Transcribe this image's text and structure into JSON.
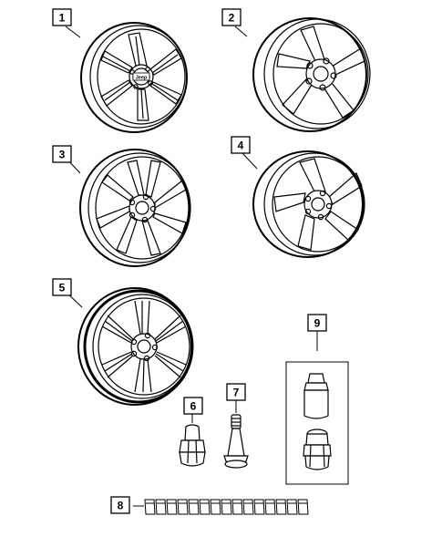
{
  "diagram": {
    "callouts": [
      {
        "id": "1",
        "label": "1",
        "part": "wheel"
      },
      {
        "id": "2",
        "label": "2",
        "part": "wheel"
      },
      {
        "id": "3",
        "label": "3",
        "part": "wheel"
      },
      {
        "id": "4",
        "label": "4",
        "part": "wheel"
      },
      {
        "id": "5",
        "label": "5",
        "part": "wheel"
      },
      {
        "id": "6",
        "label": "6",
        "part": "lug-nut"
      },
      {
        "id": "7",
        "label": "7",
        "part": "valve-stem"
      },
      {
        "id": "8",
        "label": "8",
        "part": "balance-weights"
      },
      {
        "id": "9",
        "label": "9",
        "part": "wheel-lock-kit"
      }
    ],
    "wheel1_badge": "Jeep"
  }
}
